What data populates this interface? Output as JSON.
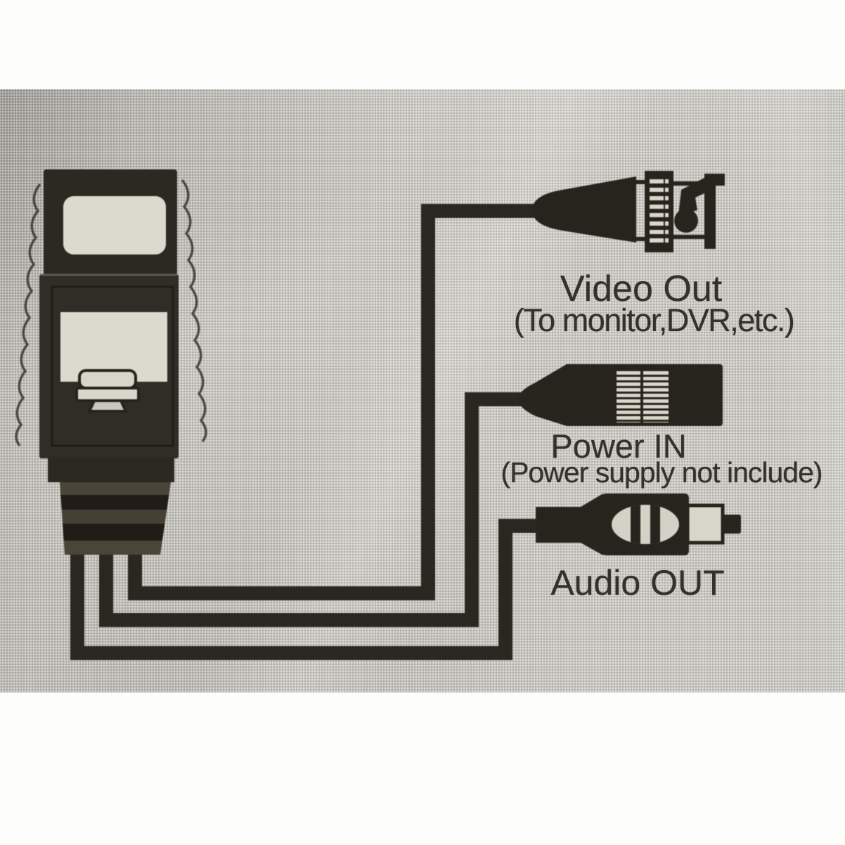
{
  "photo": {
    "description": "printed packaging wiring diagram for a CCTV video balun",
    "paper_color": "#c7c5bf",
    "ink_color": "#2b2722",
    "margin_color": "#fdfdfb",
    "window_color": "#dcd9cf"
  },
  "device": {
    "name": "RJ45 balun transceiver",
    "visible_parts": [
      "label window",
      "RJ45 port opening",
      "clip tab",
      "ribbed strain-relief boot",
      "three output cables"
    ]
  },
  "connections": {
    "video": {
      "connector": "BNC plug",
      "title": "Video Out",
      "subtitle": "(To monitor,DVR,etc.)"
    },
    "power": {
      "connector": "DC power plug",
      "title": "Power IN",
      "subtitle": "(Power supply not include)"
    },
    "audio": {
      "connector": "RCA plug",
      "title": "Audio OUT"
    }
  }
}
